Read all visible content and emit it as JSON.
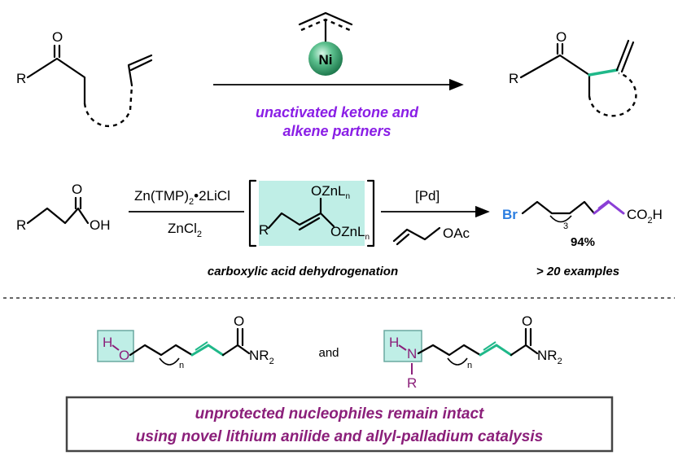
{
  "colors": {
    "purple": "#8a1ee6",
    "magenta": "#8b1f7a",
    "bond_highlight": "#1fb889",
    "olefin_highlight": "#8b3fd6",
    "bromine": "#2a7de0",
    "box_teal": "#bfeee6",
    "ni_ball": "#33a06e"
  },
  "scheme1": {
    "r_label": "R",
    "o_label": "O",
    "catalyst_label": "Ni",
    "caption_line1": "unactivated ketone and",
    "caption_line2": "alkene partners",
    "product_r_label": "R",
    "product_o_label": "O"
  },
  "scheme2": {
    "acid_r": "R",
    "acid_o": "O",
    "acid_oh": "OH",
    "reagent_top_1": "Zn(TMP)",
    "reagent_top_sub": "2",
    "reagent_top_2": "•2LiCl",
    "reagent_bottom": "ZnCl",
    "reagent_bottom_sub": "2",
    "enolate_r": "R",
    "enolate_top": "OZnL",
    "enolate_top_sub": "n",
    "enolate_bottom": "OZnL",
    "enolate_bottom_sub": "n",
    "pd_label": "[Pd]",
    "oac_label": "OAc",
    "br_label": "Br",
    "chain_sub": "3",
    "product_acid": "CO",
    "product_acid_sub": "2",
    "product_acid_h": "H",
    "yield": "94%",
    "caption": "carboxylic acid dehydrogenation",
    "examples": "> 20 examples"
  },
  "scheme3": {
    "left_h": "H",
    "left_o": "O",
    "left_n_sub": "n",
    "left_carbonyl_o": "O",
    "left_amide": "NR",
    "left_amide_sub": "2",
    "and_label": "and",
    "right_h": "H",
    "right_n": "N",
    "right_r": "R",
    "right_n_sub": "n",
    "right_carbonyl_o": "O",
    "right_amide": "NR",
    "right_amide_sub": "2",
    "caption_line1": "unprotected nucleophiles remain intact",
    "caption_line2": "using novel lithium anilide and allyl-palladium catalysis"
  }
}
